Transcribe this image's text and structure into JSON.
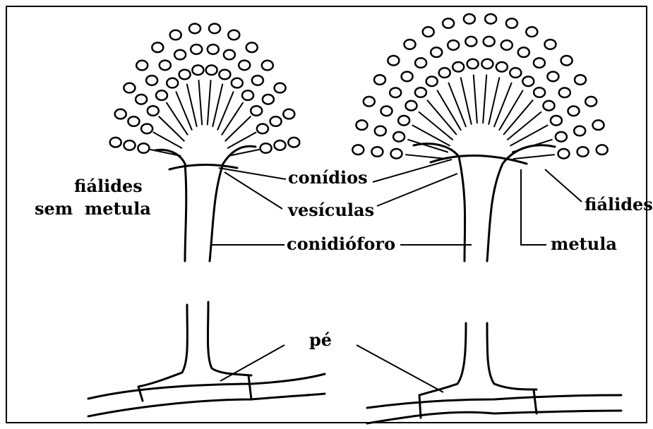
{
  "labels": {
    "fialides_left": "fiálides",
    "sem_metula": "sem  metula",
    "conidios": "conídios",
    "vesiculas": "vesículas",
    "conidioforo": "conidióforo",
    "fialides_right": "fiálides",
    "metula": "metula",
    "pe": "pé"
  },
  "colors": {
    "ink": "#000000",
    "background": "#ffffff"
  }
}
